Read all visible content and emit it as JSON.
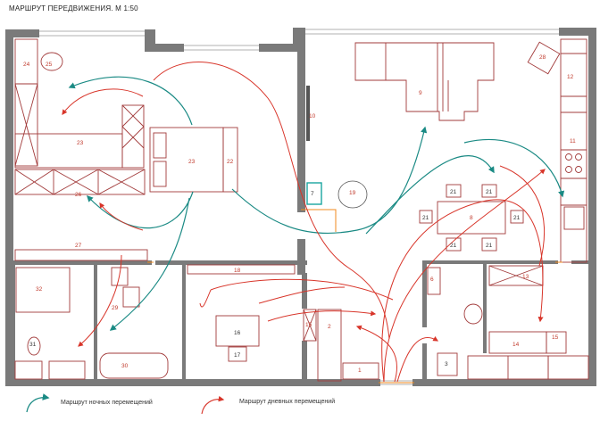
{
  "title": "МАРШРУТ ПЕРЕДВИЖЕНИЯ.  М 1:50",
  "colors": {
    "wall": "#7a7a7a",
    "wall_dark": "#5e5e5e",
    "furniture": "#a23b3b",
    "label": "#c0392b",
    "night_route": "#1a8a84",
    "day_route": "#d8352a",
    "highlight": "#19a5a0",
    "door_accent": "#f08a1c"
  },
  "labels": {
    "l1": "1",
    "l2": "2",
    "l3": "3",
    "l6": "6",
    "l7": "7",
    "l8": "8",
    "l9": "9",
    "l10": "10",
    "l11": "11",
    "l12": "12",
    "l13": "13",
    "l14": "14",
    "l15": "15",
    "l15b": "15",
    "l16": "16",
    "l17": "17",
    "l18": "18",
    "l19": "19",
    "l21a": "21",
    "l21b": "21",
    "l21c": "21",
    "l21d": "21",
    "l21e": "21",
    "l21f": "21",
    "l22": "22",
    "l23a": "23",
    "l23b": "23",
    "l24": "24",
    "l25": "25",
    "l26": "26",
    "l27": "27",
    "l28": "28",
    "l29": "29",
    "l30": "30",
    "l31": "31",
    "l32": "32"
  },
  "legend": {
    "night": "Маршрут ночных перемещений",
    "day": "Маршрут дневных перемещений"
  },
  "icons": {
    "toilet": "toilet-icon",
    "sink": "sink-icon",
    "shower": "shower-icon",
    "bathtub": "bathtub-icon",
    "stove": "stove-icon",
    "chair": "armchair-icon"
  }
}
